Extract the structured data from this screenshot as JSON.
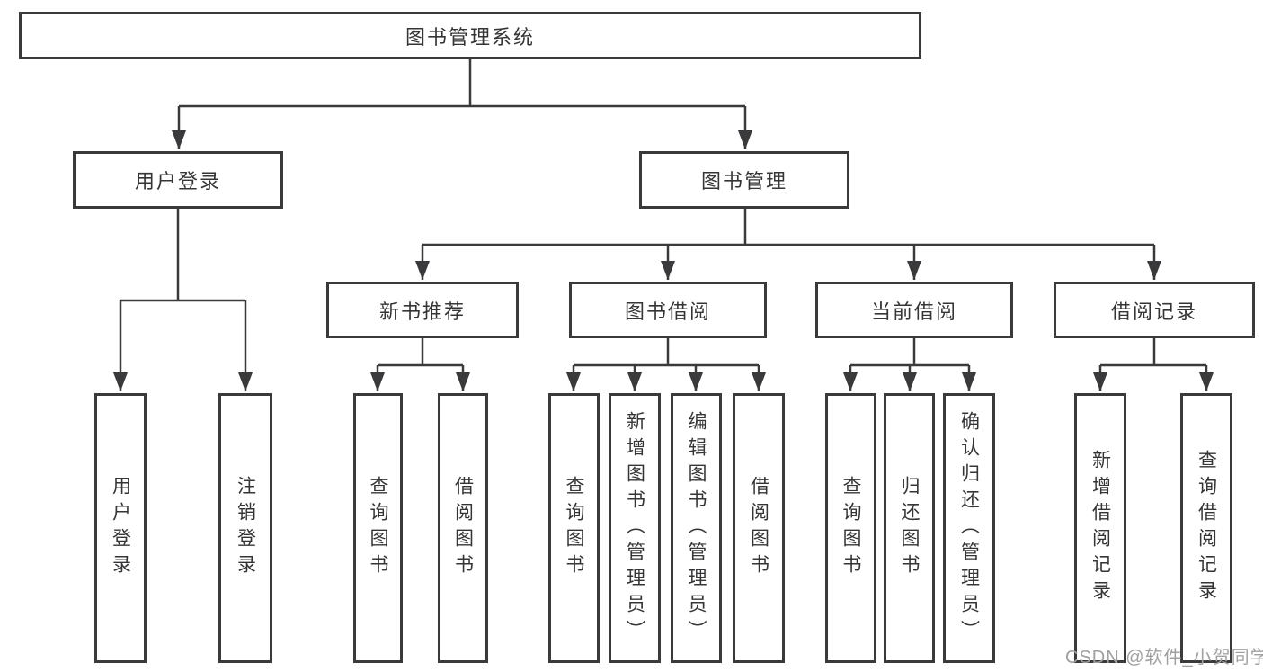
{
  "diagram_title": "图书管理系统",
  "tree": {
    "label": "图书管理系统",
    "children": [
      {
        "label": "用户登录",
        "children": [
          {
            "label": "用户登录"
          },
          {
            "label": "注销登录"
          }
        ]
      },
      {
        "label": "图书管理",
        "children": [
          {
            "label": "新书推荐",
            "children": [
              {
                "label": "查询图书"
              },
              {
                "label": "借阅图书"
              }
            ]
          },
          {
            "label": "图书借阅",
            "children": [
              {
                "label": "查询图书"
              },
              {
                "label": "新增图书（管理员）"
              },
              {
                "label": "编辑图书（管理员）"
              },
              {
                "label": "借阅图书"
              }
            ]
          },
          {
            "label": "当前借阅",
            "children": [
              {
                "label": "查询图书"
              },
              {
                "label": "归还图书"
              },
              {
                "label": "确认归还（管理员）"
              }
            ]
          },
          {
            "label": "借阅记录",
            "children": [
              {
                "label": "新增借阅记录"
              },
              {
                "label": "查询借阅记录"
              }
            ]
          }
        ]
      }
    ]
  },
  "watermark": "CSDN @软件_小贺同学",
  "colors": {
    "line": "#3a3a3c",
    "text": "#353537",
    "watermark": "#a0a0a0",
    "background": "#ffffff"
  }
}
